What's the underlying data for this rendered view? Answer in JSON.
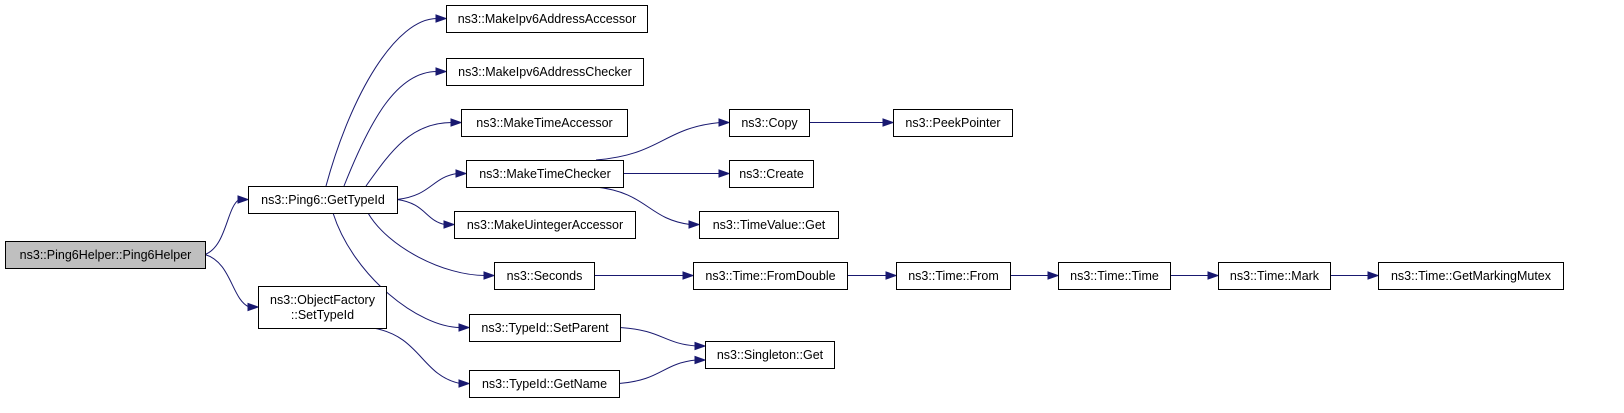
{
  "diagram": {
    "nodes": [
      {
        "id": "root",
        "lines": [
          "ns3::Ping6Helper::Ping6Helper"
        ],
        "root": true
      },
      {
        "id": "getTypeId",
        "lines": [
          "ns3::Ping6::GetTypeId"
        ]
      },
      {
        "id": "objFactory",
        "lines": [
          "ns3::ObjectFactory",
          "::SetTypeId"
        ]
      },
      {
        "id": "mkIpv6Acc",
        "lines": [
          "ns3::MakeIpv6AddressAccessor"
        ]
      },
      {
        "id": "mkIpv6Chk",
        "lines": [
          "ns3::MakeIpv6AddressChecker"
        ]
      },
      {
        "id": "mkTimeAcc",
        "lines": [
          "ns3::MakeTimeAccessor"
        ]
      },
      {
        "id": "mkTimeChk",
        "lines": [
          "ns3::MakeTimeChecker"
        ]
      },
      {
        "id": "mkUintAcc",
        "lines": [
          "ns3::MakeUintegerAccessor"
        ]
      },
      {
        "id": "seconds",
        "lines": [
          "ns3::Seconds"
        ]
      },
      {
        "id": "setParent",
        "lines": [
          "ns3::TypeId::SetParent"
        ]
      },
      {
        "id": "getName",
        "lines": [
          "ns3::TypeId::GetName"
        ]
      },
      {
        "id": "copy",
        "lines": [
          "ns3::Copy"
        ]
      },
      {
        "id": "create",
        "lines": [
          "ns3::Create"
        ]
      },
      {
        "id": "timeValGet",
        "lines": [
          "ns3::TimeValue::Get"
        ]
      },
      {
        "id": "singletonGet",
        "lines": [
          "ns3::Singleton::Get"
        ]
      },
      {
        "id": "peekPointer",
        "lines": [
          "ns3::PeekPointer"
        ]
      },
      {
        "id": "fromDouble",
        "lines": [
          "ns3::Time::FromDouble"
        ]
      },
      {
        "id": "timeFrom",
        "lines": [
          "ns3::Time::From"
        ]
      },
      {
        "id": "timeTime",
        "lines": [
          "ns3::Time::Time"
        ]
      },
      {
        "id": "timeMark",
        "lines": [
          "ns3::Time::Mark"
        ]
      },
      {
        "id": "getMarkingMutex",
        "lines": [
          "ns3::Time::GetMarkingMutex"
        ]
      }
    ],
    "edges": [
      [
        "root",
        "getTypeId"
      ],
      [
        "root",
        "objFactory"
      ],
      [
        "getTypeId",
        "mkIpv6Acc"
      ],
      [
        "getTypeId",
        "mkIpv6Chk"
      ],
      [
        "getTypeId",
        "mkTimeAcc"
      ],
      [
        "getTypeId",
        "mkTimeChk"
      ],
      [
        "getTypeId",
        "mkUintAcc"
      ],
      [
        "getTypeId",
        "seconds"
      ],
      [
        "getTypeId",
        "setParent"
      ],
      [
        "objFactory",
        "getName"
      ],
      [
        "mkTimeChk",
        "copy"
      ],
      [
        "mkTimeChk",
        "create"
      ],
      [
        "mkTimeChk",
        "timeValGet"
      ],
      [
        "copy",
        "peekPointer"
      ],
      [
        "seconds",
        "fromDouble"
      ],
      [
        "fromDouble",
        "timeFrom"
      ],
      [
        "timeFrom",
        "timeTime"
      ],
      [
        "timeTime",
        "timeMark"
      ],
      [
        "timeMark",
        "getMarkingMutex"
      ],
      [
        "setParent",
        "singletonGet"
      ],
      [
        "getName",
        "singletonGet"
      ]
    ],
    "colors": {
      "edge": "#191970",
      "root_fill": "#bfbfbf",
      "node_fill": "#ffffff",
      "border": "#000000"
    }
  }
}
